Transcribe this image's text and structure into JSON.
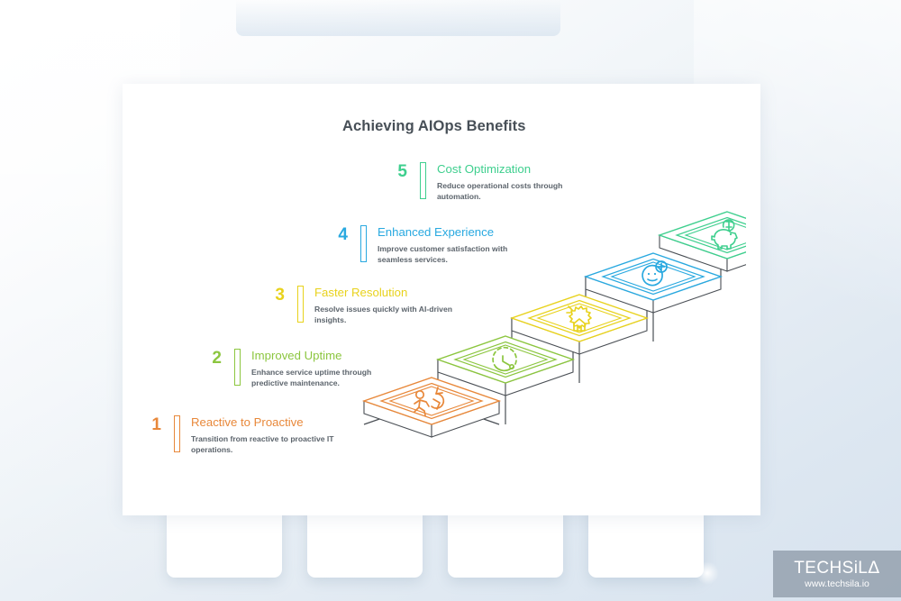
{
  "slide": {
    "title": "Achieving AIOps Benefits"
  },
  "steps": [
    {
      "number": "1",
      "title": "Reactive to Proactive",
      "description": "Transition from reactive to proactive IT operations.",
      "color": "#e8883a",
      "icon": "running-person-icon"
    },
    {
      "number": "2",
      "title": "Improved Uptime",
      "description": "Enhance service uptime through predictive maintenance.",
      "color": "#8cc63f",
      "icon": "uptime-clock-icon"
    },
    {
      "number": "3",
      "title": "Faster Resolution",
      "description": "Resolve issues quickly with AI-driven insights.",
      "color": "#e8d21c",
      "icon": "alert-gear-icon"
    },
    {
      "number": "4",
      "title": "Enhanced Experience",
      "description": "Improve customer satisfaction with seamless services.",
      "color": "#29a9e0",
      "icon": "smiley-plus-icon"
    },
    {
      "number": "5",
      "title": "Cost Optimization",
      "description": "Reduce operational costs through automation.",
      "color": "#3ecf8e",
      "icon": "piggy-bank-icon"
    }
  ],
  "graphic": {
    "name": "isometric-staircase",
    "riser_color": "#4a4f55"
  },
  "watermark": {
    "brand": "TECHSiL",
    "brand_mark": "Δ",
    "url": "www.techsila.io"
  }
}
